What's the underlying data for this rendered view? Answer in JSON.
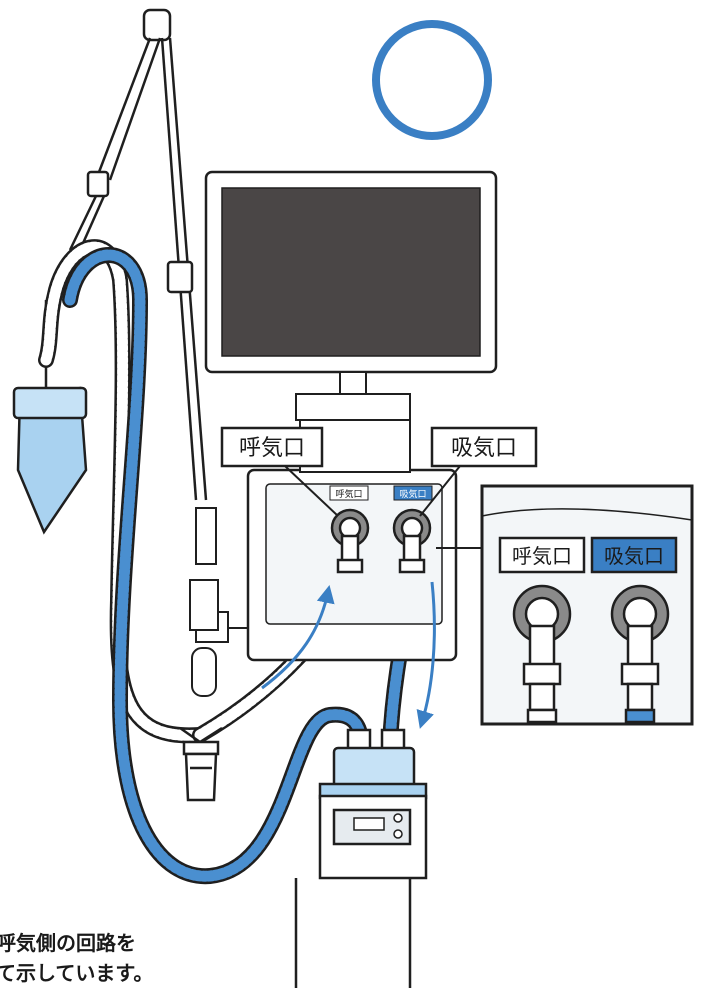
{
  "labels": {
    "exhaust_port": "呼気口",
    "inhale_port": "吸気口",
    "panel_small_exhaust": "呼気口",
    "panel_small_inhale": "吸気口",
    "inset_exhaust": "呼気口",
    "inset_inhale": "吸気口"
  },
  "caption": {
    "line1": "呼気側の回路を",
    "line2": "て示しています。"
  },
  "colors": {
    "accent_blue": "#3a7fc4",
    "light_blue": "#a9d2f0",
    "tube_blue": "#4a8fd0",
    "screen": "#4a4646",
    "outline": "#1f1f1f"
  },
  "icons": {
    "correct_mark": "circle-correct-icon",
    "flow_arrow": "flow-arrow-icon"
  }
}
